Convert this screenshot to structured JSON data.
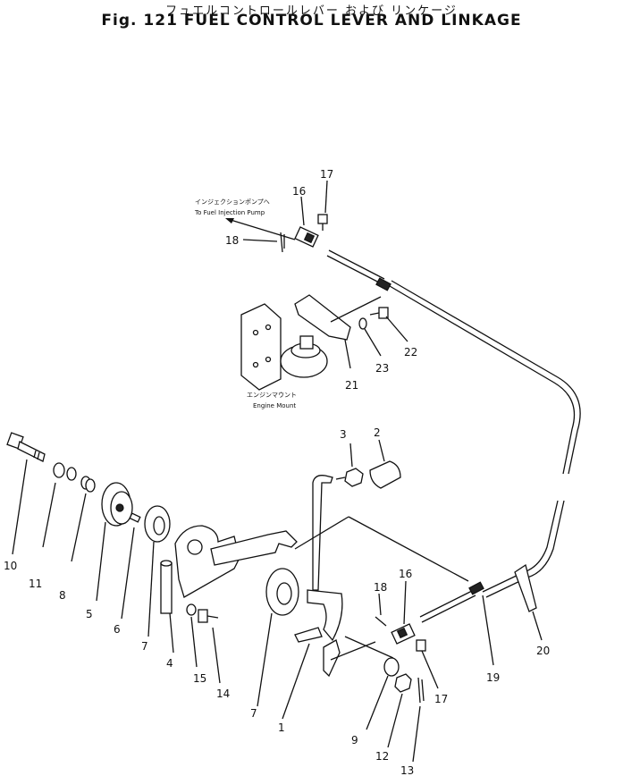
{
  "figure": {
    "title_jp": "フュエルコントロールレバー および リンケージ",
    "title_en": "Fig. 121 FUEL CONTROL LEVER AND LINKAGE"
  },
  "annotations": {
    "pump_jp": "インジェクションポンプへ",
    "pump_en": "To Fuel Injection Pump",
    "mount_jp": "エンジンマウント",
    "mount_en": "Engine Mount"
  },
  "callouts": {
    "c1": "1",
    "c2": "2",
    "c3": "3",
    "c4": "4",
    "c5": "5",
    "c6": "6",
    "c7a": "7",
    "c7b": "7",
    "c8": "8",
    "c9": "9",
    "c10": "10",
    "c11": "11",
    "c12": "12",
    "c13": "13",
    "c14": "14",
    "c15": "15",
    "c16a": "16",
    "c16b": "16",
    "c17a": "17",
    "c17b": "17",
    "c18a": "18",
    "c18b": "18",
    "c19": "19",
    "c20": "20",
    "c21": "21",
    "c22": "22",
    "c23": "23"
  }
}
